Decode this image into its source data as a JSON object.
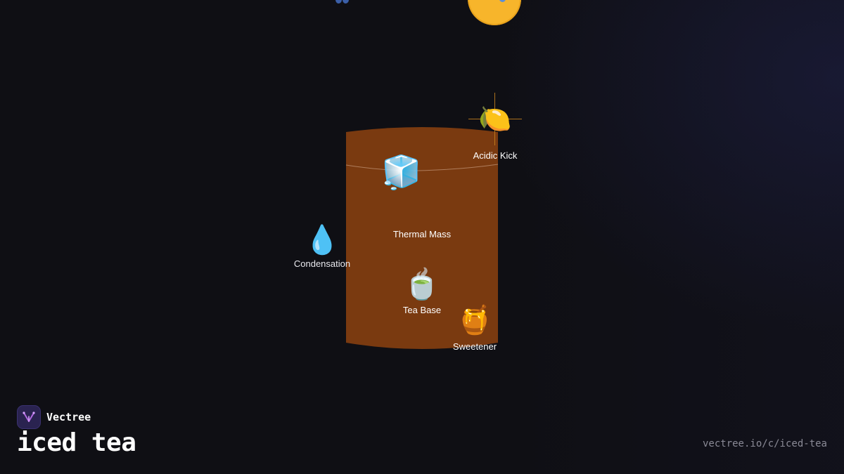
{
  "brand": {
    "name": "Vectree",
    "logo_icon": "vectree-logo-icon"
  },
  "page": {
    "title": "iced tea",
    "url": "vectree.io/c/iced-tea"
  },
  "diagram": {
    "container": {
      "icon": "glass-of-tea",
      "fill_color": "#7a3a10",
      "edge_color": "#5b2a0a"
    },
    "nodes": [
      {
        "id": "ice",
        "emoji": "🧊",
        "icon": "ice-cube-icon",
        "label": ""
      },
      {
        "id": "thermal",
        "label": "Thermal Mass"
      },
      {
        "id": "condensation",
        "emoji": "💧",
        "icon": "water-drop-icon",
        "label": "Condensation"
      },
      {
        "id": "tea",
        "emoji": "🍵",
        "icon": "tea-cup-icon",
        "label": "Tea Base"
      },
      {
        "id": "sweetener",
        "emoji": "🍯",
        "icon": "honey-pot-icon",
        "label": "Sweetener"
      },
      {
        "id": "acid",
        "emoji": "🍋",
        "icon": "lemon-icon",
        "label": "Acidic Kick"
      }
    ],
    "colors": {
      "background": "#0f0f14",
      "accent": "#c8821e",
      "sun": "#f7b52b"
    }
  }
}
